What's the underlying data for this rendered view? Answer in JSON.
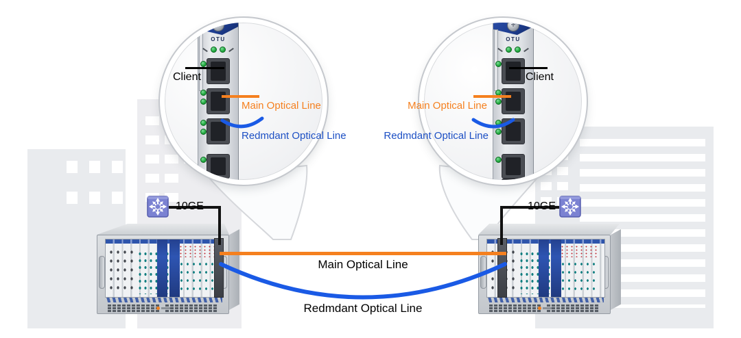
{
  "colors": {
    "main_optical_line": "#F5801F",
    "redundant_optical_line": "#1A5AE5",
    "redundant_label_text": "#1C4FC4",
    "client_pointer": "#000000",
    "card_header_blue": "#1D3C8F",
    "led_green": "#1FA83C",
    "switch_icon_purple": "#7B82D2",
    "chassis_gray": "#CDD2D6",
    "building_gray": "#E9EBEE"
  },
  "callout_left": {
    "card_label": "OTU",
    "client_label": "Client",
    "main_label": "Main Optical Line",
    "redundant_label": "Redmdant Optical Line"
  },
  "callout_right": {
    "card_label": "OTU",
    "client_label": "Client",
    "main_label": "Main Optical Line",
    "redundant_label": "Redmdant Optical Line"
  },
  "trunk_links": {
    "main_label": "Main Optical Line",
    "redundant_label": "Redmdant Optical Line"
  },
  "access_links": {
    "left_label": "10GE",
    "right_label": "10GE"
  },
  "icons": {
    "switch": "crossed-arrows-switch",
    "screw": "panel-screw"
  }
}
